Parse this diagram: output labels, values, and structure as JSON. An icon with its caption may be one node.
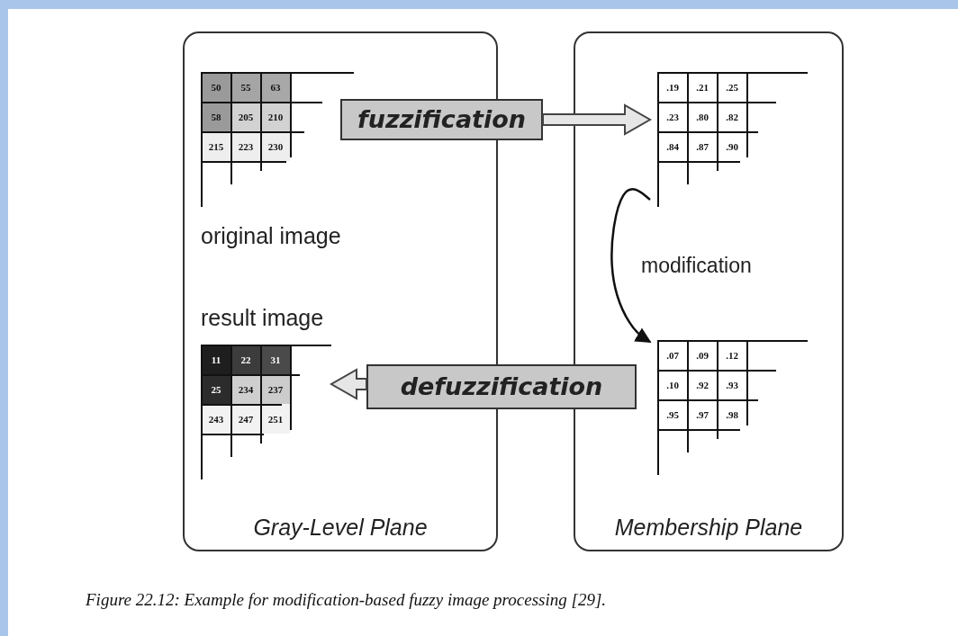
{
  "diagram": {
    "caption": "Figure 22.12: Example for modification-based fuzzy image processing [29].",
    "nodes": [
      {
        "text": [
          "Gray-Level Plane"
        ]
      },
      {
        "text": [
          "Membership Plane"
        ]
      },
      {
        "text": [
          "50",
          "55",
          "63",
          "58",
          "205",
          "210",
          "215",
          "223",
          "230"
        ],
        "in": 0,
        "beside": [
          "original image"
        ]
      },
      {
        "text": [
          "11",
          "22",
          "31",
          "25",
          "234",
          "237",
          "243",
          "247",
          "251"
        ],
        "in": 0,
        "beside": [
          "result image"
        ]
      },
      {
        "text": [
          "fuzzification"
        ]
      },
      {
        "text": [
          ".19",
          ".21",
          ".25",
          ".23",
          ".80",
          ".82",
          ".84",
          ".87",
          ".90"
        ],
        "in": 1
      },
      {
        "text": [
          ".07",
          ".09",
          ".12",
          ".10",
          ".92",
          ".93",
          ".95",
          ".97",
          ".98"
        ],
        "in": 1
      },
      {
        "text": [
          "defuzzification"
        ]
      }
    ],
    "edges": [
      {
        "from": 4,
        "to": 5,
        "arrow": "to"
      },
      {
        "from": 5,
        "to": 6,
        "arrow": "to",
        "label": "modification"
      },
      {
        "from": 7,
        "to": 3,
        "arrow": "to"
      }
    ]
  }
}
